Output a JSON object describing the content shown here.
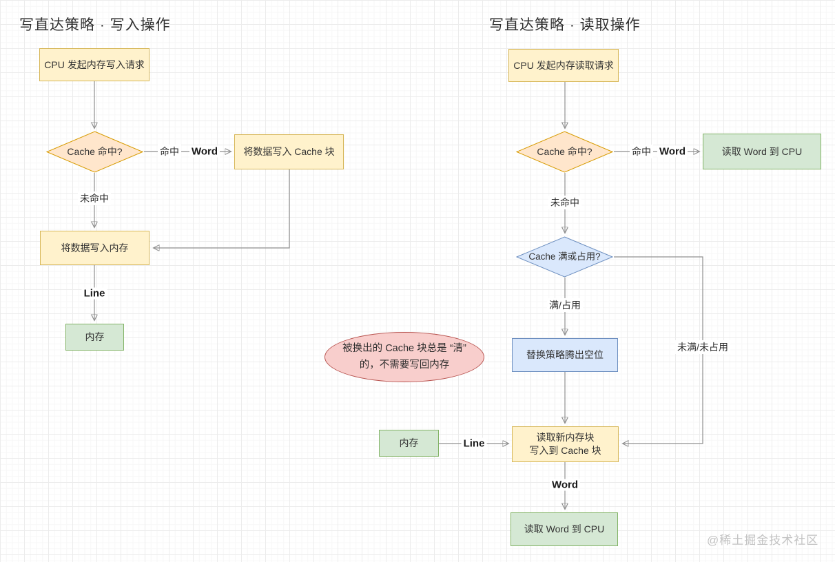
{
  "watermark": "@稀土掘金技术社区",
  "colors": {
    "yellow_fill": "#fff2cc",
    "yellow_border": "#d6b656",
    "orange_fill": "#ffe6cc",
    "orange_border": "#d79b00",
    "green_fill": "#d5e8d4",
    "green_border": "#82b366",
    "blue_fill": "#dae8fc",
    "blue_border": "#6c8ebf",
    "pink_fill": "#f8cecc",
    "pink_border": "#b85450",
    "connector": "#8f8f8f"
  },
  "left": {
    "title": "写直达策略 · 写入操作",
    "nodes": {
      "start": "CPU 发起内存写入请求",
      "decision": "Cache 命中?",
      "write_cache": "将数据写入 Cache 块",
      "write_mem": "将数据写入内存",
      "memory": "内存"
    },
    "labels": {
      "hit": "命中",
      "word": "Word",
      "miss": "未命中",
      "line": "Line"
    }
  },
  "right": {
    "title": "写直达策略 · 读取操作",
    "nodes": {
      "start": "CPU 发起内存读取请求",
      "decision_hit": "Cache 命中?",
      "read_word_top": "读取 Word 到 CPU",
      "decision_full": "Cache 满或占用?",
      "replace": "替换策略腾出空位",
      "memory": "内存",
      "read_block_1": "读取新内存块",
      "read_block_2": "写入到 Cache 块",
      "read_word_bottom": "读取 Word 到 CPU"
    },
    "labels": {
      "hit": "命中",
      "word": "Word",
      "miss": "未命中",
      "full": "满/占用",
      "not_full": "未满/未占用",
      "line": "Line",
      "word2": "Word"
    }
  },
  "note": {
    "line1": "被换出的 Cache 块总是 “清”",
    "line2": "的，不需要写回内存"
  }
}
